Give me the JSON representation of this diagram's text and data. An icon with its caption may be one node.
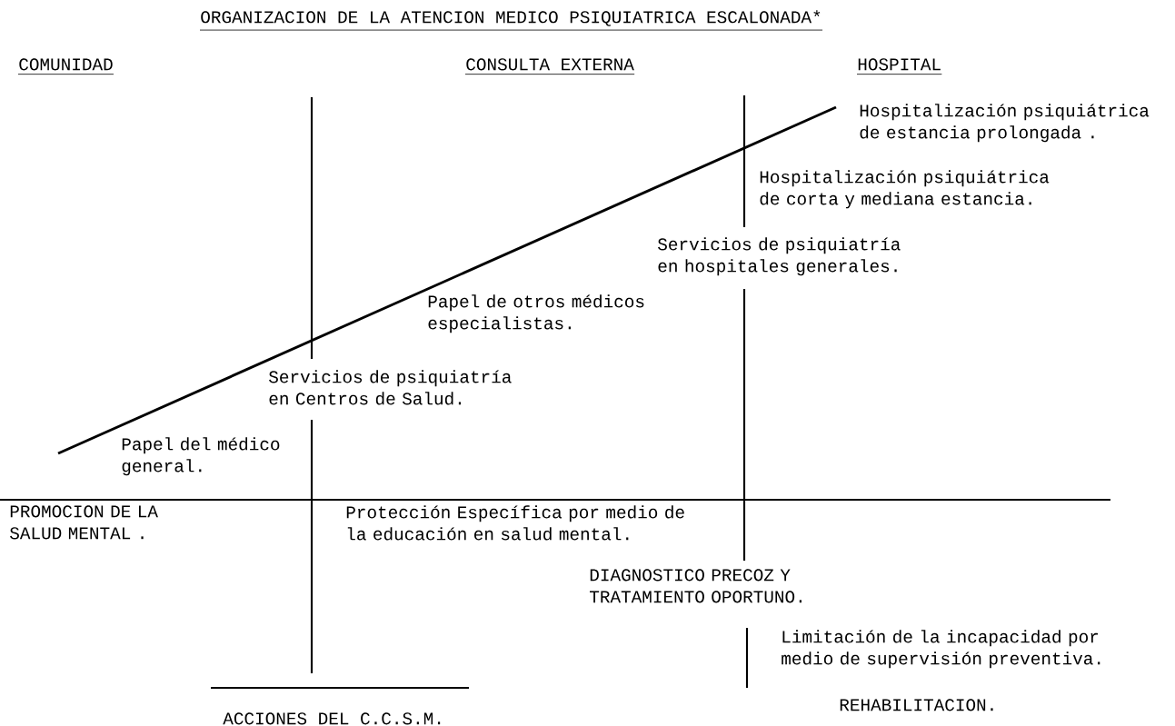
{
  "diagram": {
    "title": "ORGANIZACION DE LA ATENCION MEDICO PSIQUIATRICA ESCALONADA*",
    "labels": [
      "COMUNIDAD",
      "CONSULTA EXTERNA",
      "HOSPITAL",
      "Hospitalización psiquiátrica de estancia prolongada .",
      "Hospitalización psiquiátrica de corta y mediana estancia.",
      "Servicios de psiquiatría en hospitales generales.",
      "Papel de otros médicos especialistas.",
      "Servicios de psiquiatría en Centros de Salud.",
      "Papel del médico general.",
      "PROMOCION DE LA SALUD MENTAL .",
      "Protección Específica por medio de la educación en salud mental.",
      "DIAGNOSTICO PRECOZ Y TRATAMIENTO OPORTUNO.",
      "Limitación de la incapacidad por medio de supervisión preventiva.",
      "REHABILITACION.",
      "ACCIONES DEL C.C.S.M."
    ]
  }
}
